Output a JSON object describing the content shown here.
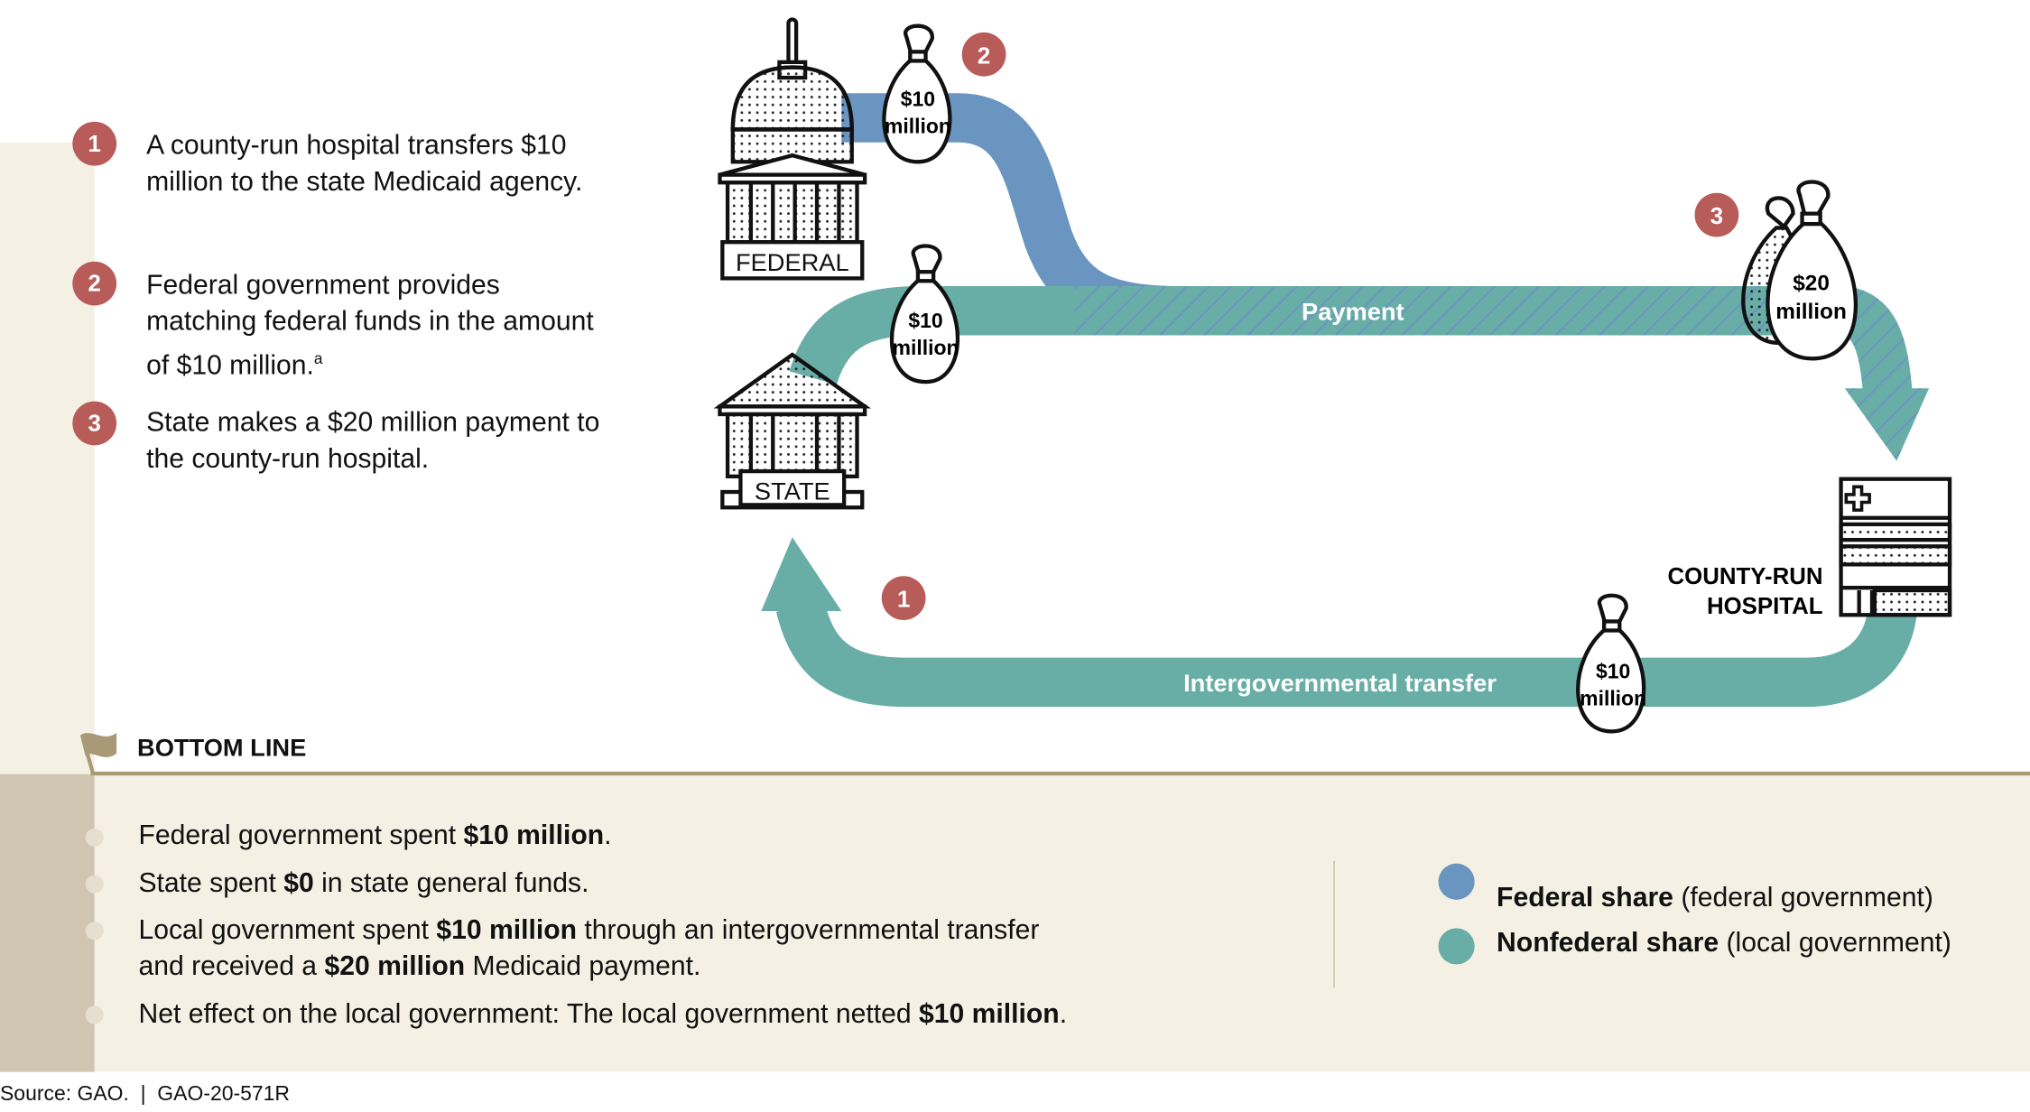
{
  "steps": [
    {
      "num": "1",
      "text": "A county-run hospital transfers $10 million to the state Medicaid agency."
    },
    {
      "num": "2",
      "text": "Federal government provides matching federal funds in the amount of $10 million.",
      "sup": "a"
    },
    {
      "num": "3",
      "text": "State makes a $20 million payment to the county-run hospital."
    }
  ],
  "diagram": {
    "federal_label": "FEDERAL",
    "state_label": "STATE",
    "hospital_label_1": "COUNTY-RUN",
    "hospital_label_2": "HOSPITAL",
    "payment_label": "Payment",
    "transfer_label": "Intergovernmental transfer",
    "bag_federal": {
      "amount": "$10",
      "unit": "million"
    },
    "bag_state": {
      "amount": "$10",
      "unit": "million"
    },
    "bag_payment": {
      "amount": "$20",
      "unit": "million"
    },
    "bag_transfer": {
      "amount": "$10",
      "unit": "million"
    },
    "badge_1": "1",
    "badge_2": "2",
    "badge_3": "3"
  },
  "bottom_line": {
    "title": "BOTTOM LINE",
    "bullets": [
      {
        "a": "Federal government spent ",
        "b": "$10 million",
        "c": "."
      },
      {
        "a": "State spent ",
        "b": "$0",
        "c": " in state general funds."
      },
      {
        "a": "Local government spent ",
        "b": "$10 million",
        "c": " through an intergovernmental transfer"
      },
      {
        "a": "and received a ",
        "b": "$20 million",
        "c": " Medicaid payment."
      },
      {
        "a": "Net effect on the local government: The local government netted ",
        "b": "$10 million",
        "c": "."
      }
    ]
  },
  "legend": [
    {
      "bold": "Federal share",
      "rest": " (federal government)",
      "color": "#6a95c0"
    },
    {
      "bold": "Nonfederal share",
      "rest": " (local government)",
      "color": "#68aea6"
    }
  ],
  "source": "Source: GAO.  |  GAO-20-571R",
  "colors": {
    "federal": "#6a95c0",
    "nonfederal": "#68aea6",
    "badge": "#b85c5a",
    "panel": "#f4f0e4",
    "strip": "#cfc5b0"
  }
}
